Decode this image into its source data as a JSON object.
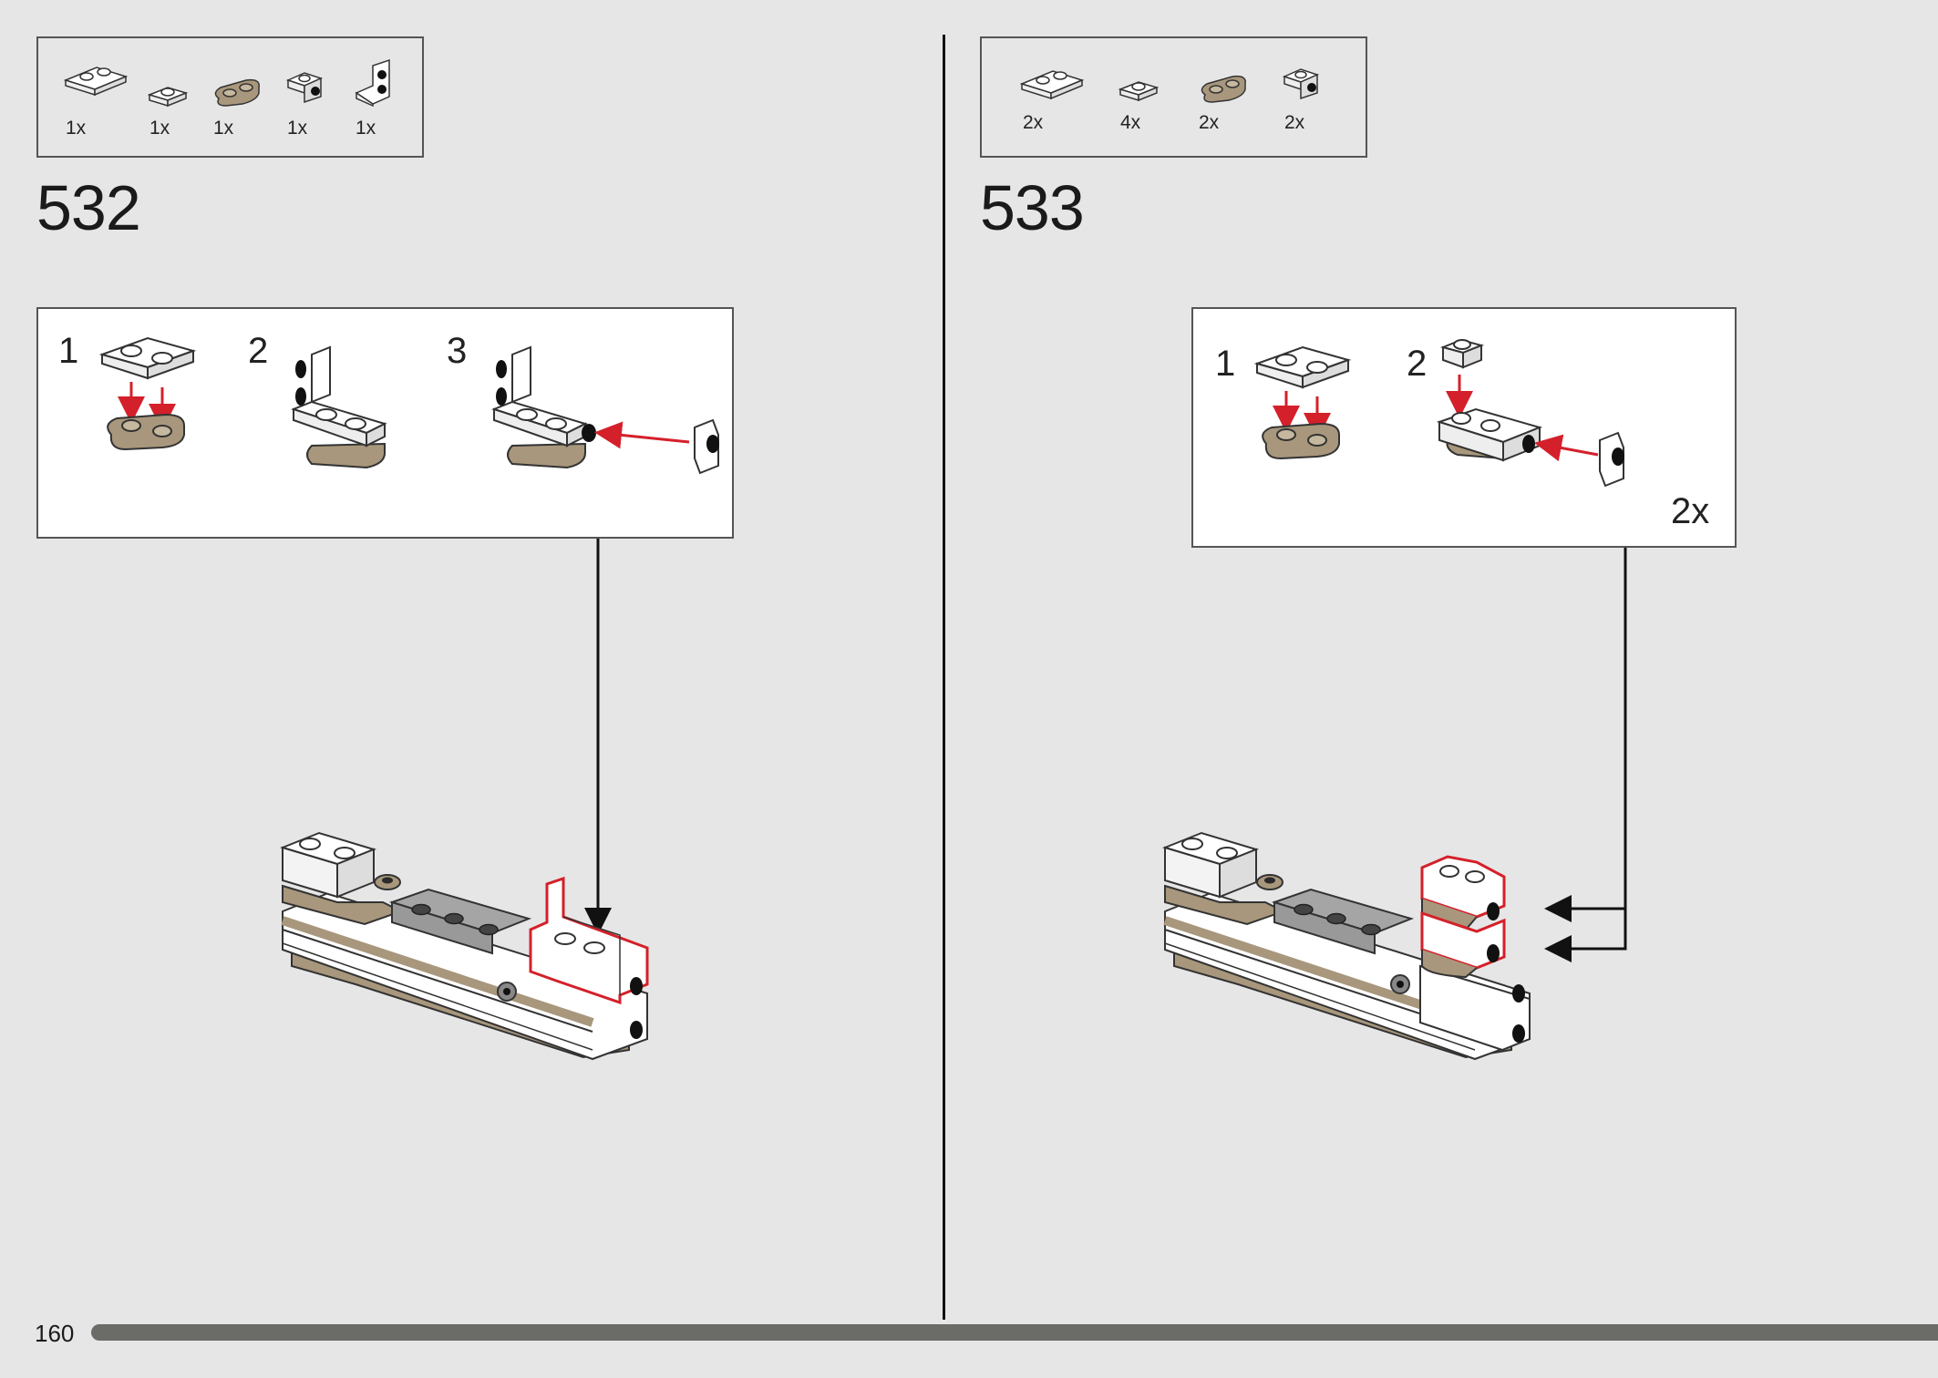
{
  "page": {
    "number": "160",
    "progress_fraction": 1.0
  },
  "steps": [
    {
      "number": "532",
      "parts": [
        {
          "qty": "1x",
          "icon": "white-plate-1x2-icon"
        },
        {
          "qty": "1x",
          "icon": "white-plate-1x1-icon"
        },
        {
          "qty": "1x",
          "icon": "tan-round-plate-1x2-icon"
        },
        {
          "qty": "1x",
          "icon": "white-bracket-1x1-icon"
        },
        {
          "qty": "1x",
          "icon": "white-bracket-1x2-icon"
        }
      ],
      "substeps": [
        "1",
        "2",
        "3"
      ]
    },
    {
      "number": "533",
      "parts": [
        {
          "qty": "2x",
          "icon": "white-plate-1x2-icon"
        },
        {
          "qty": "4x",
          "icon": "white-plate-1x1-icon"
        },
        {
          "qty": "2x",
          "icon": "tan-round-plate-1x2-icon"
        },
        {
          "qty": "2x",
          "icon": "white-bracket-1x1-icon"
        }
      ],
      "substeps": [
        "1",
        "2"
      ],
      "sub_multiplier": "2x"
    }
  ],
  "colors": {
    "background": "#e6e6e6",
    "white_brick": "#ffffff",
    "tan_brick": "#a8977c",
    "grey_brick": "#a5a5a5",
    "highlight": "#d4202a",
    "arrow_red": "#d4202a"
  }
}
